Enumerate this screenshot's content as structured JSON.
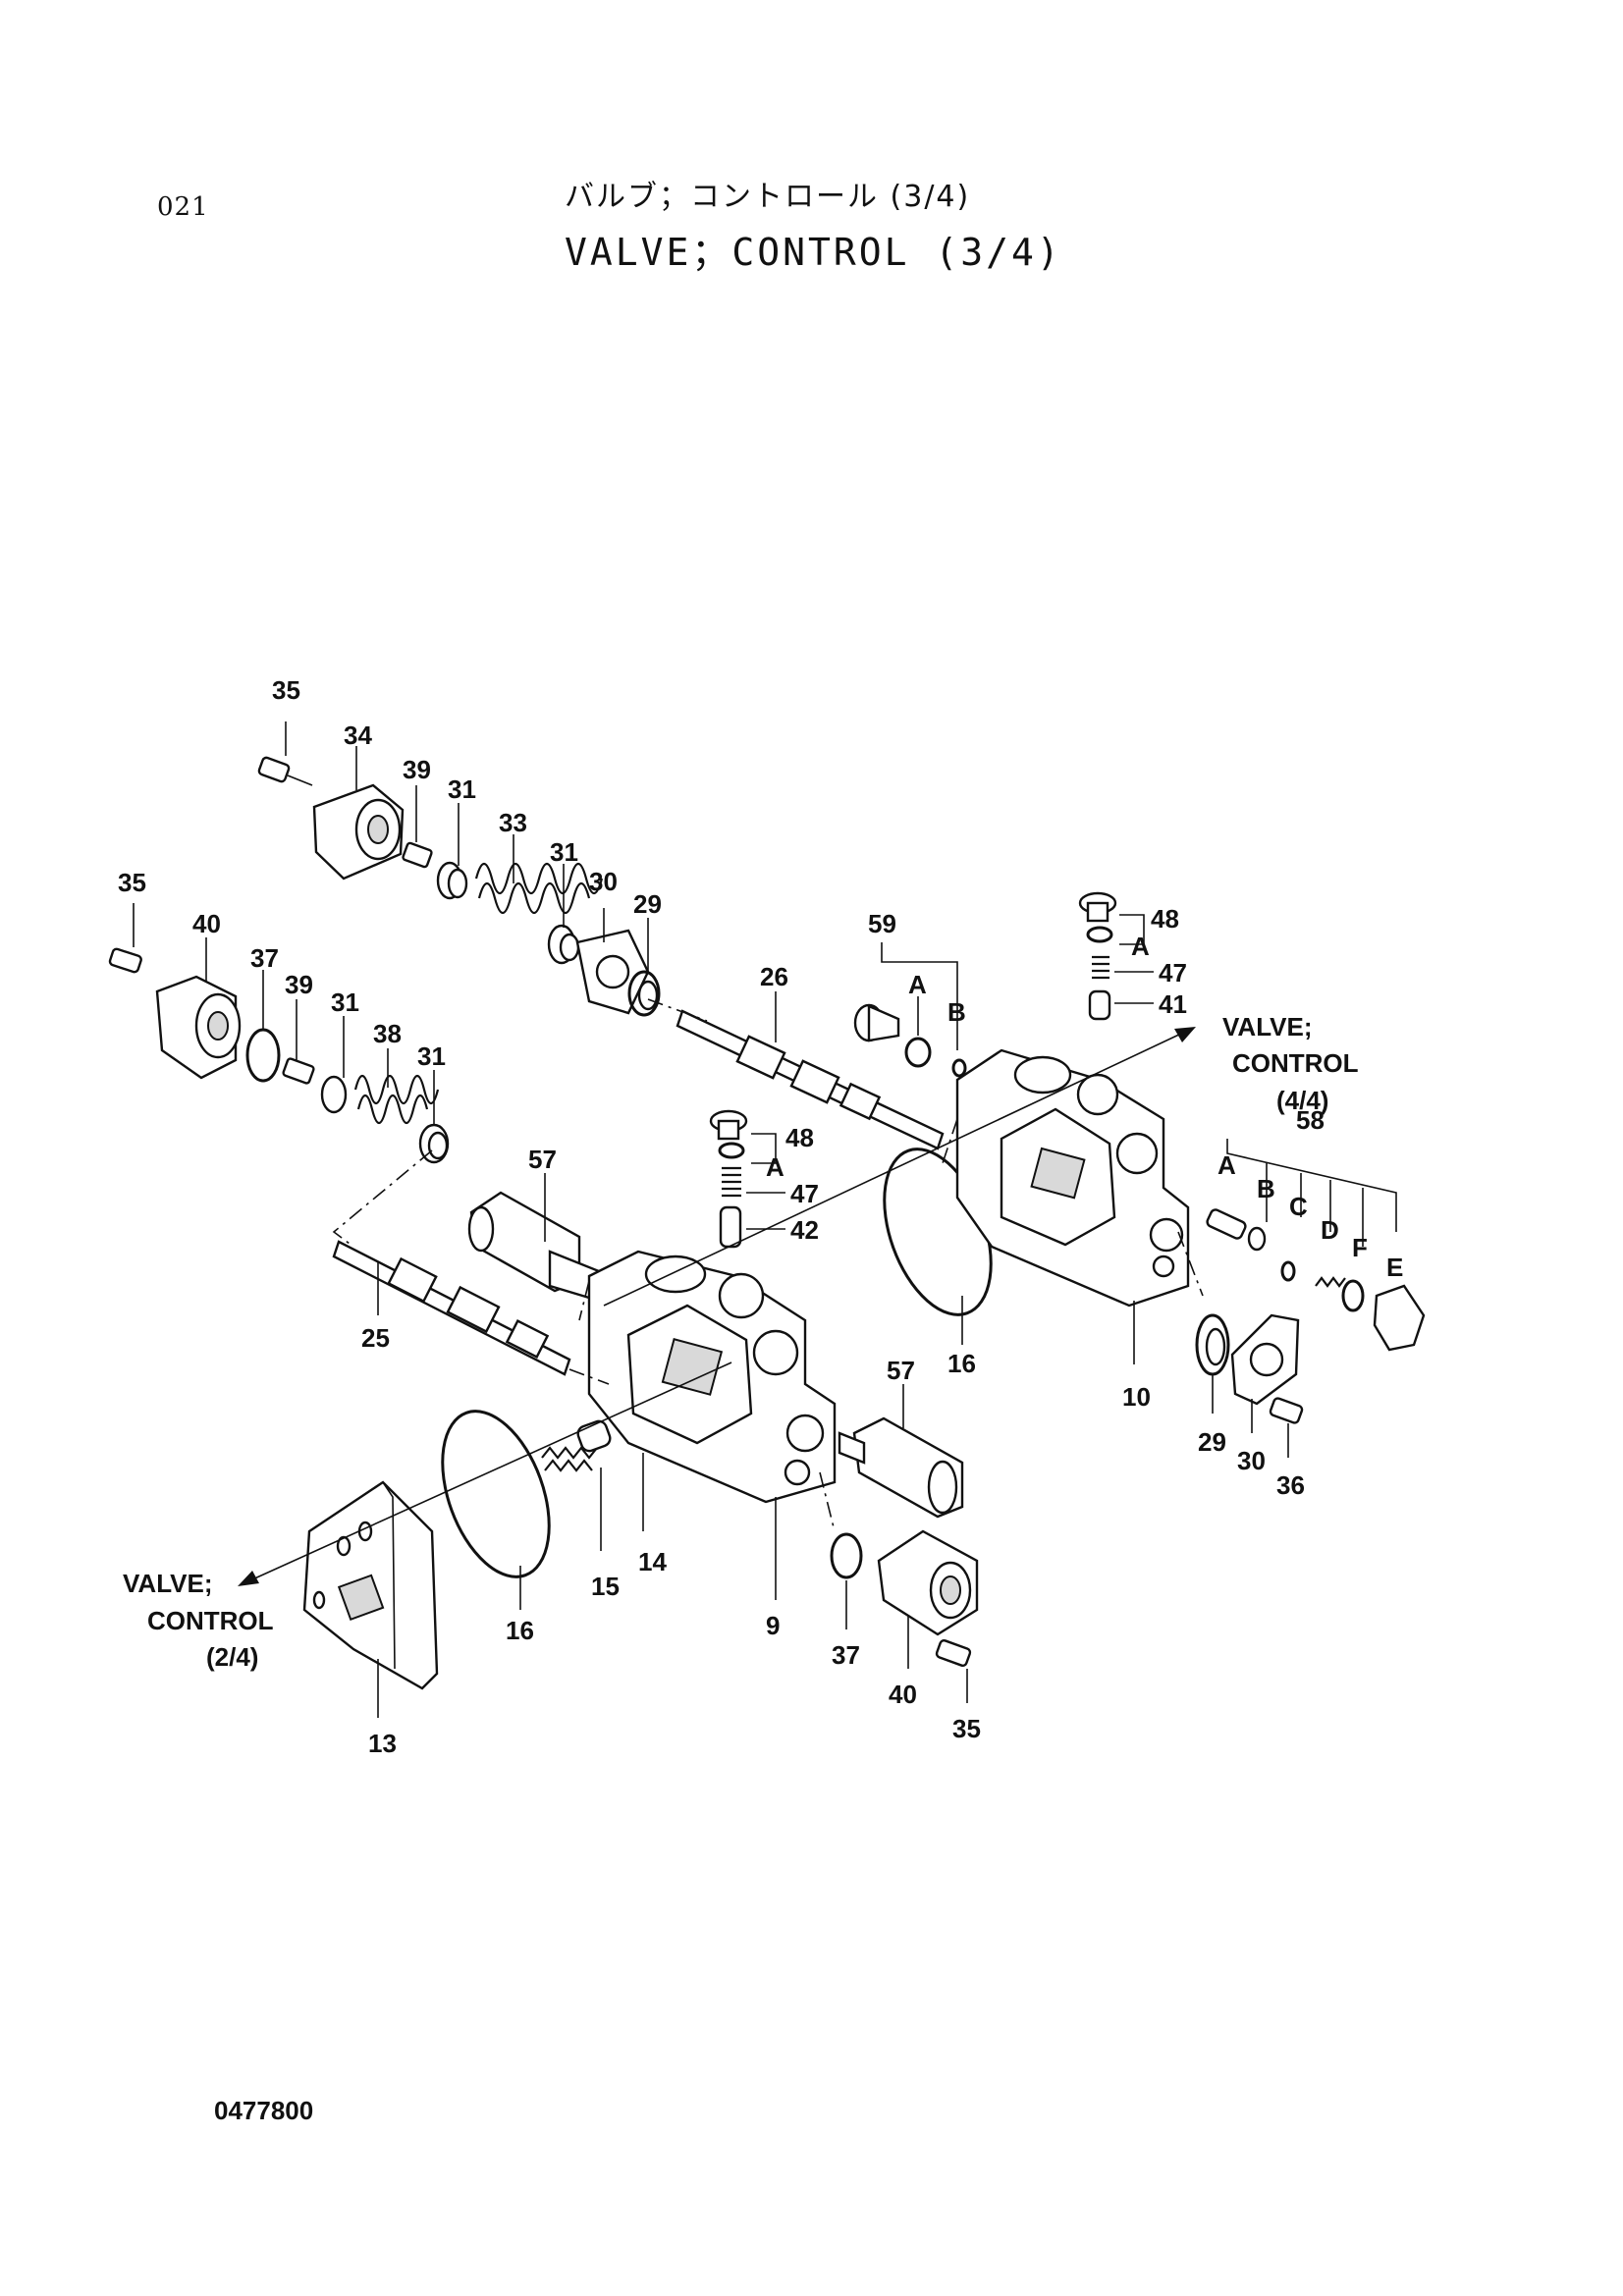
{
  "header": {
    "page_code": "021",
    "title_jp": "バルブ；コントロール (3/4)",
    "title_en": "VALVE；CONTROL (3/4)"
  },
  "footer": {
    "doc_number": "0477800"
  },
  "callouts": {
    "top_left": [
      "35",
      "34",
      "39",
      "31",
      "33",
      "31",
      "30",
      "29"
    ],
    "mid_left": [
      "35",
      "40",
      "37",
      "39",
      "31",
      "38",
      "31"
    ],
    "center": [
      "26",
      "59",
      "A",
      "B",
      "57",
      "25",
      "48",
      "A",
      "47",
      "42",
      "16",
      "57",
      "15",
      "14",
      "16",
      "9",
      "37",
      "40",
      "35",
      "13"
    ],
    "right": [
      "48",
      "A",
      "47",
      "41",
      "58",
      "A",
      "B",
      "C",
      "D",
      "F",
      "E",
      "10",
      "29",
      "30",
      "36"
    ]
  },
  "references": {
    "upper_right": [
      "VALVE;",
      "CONTROL",
      "(4/4)"
    ],
    "lower_left": [
      "VALVE;",
      "CONTROL",
      "(2/4)"
    ]
  }
}
